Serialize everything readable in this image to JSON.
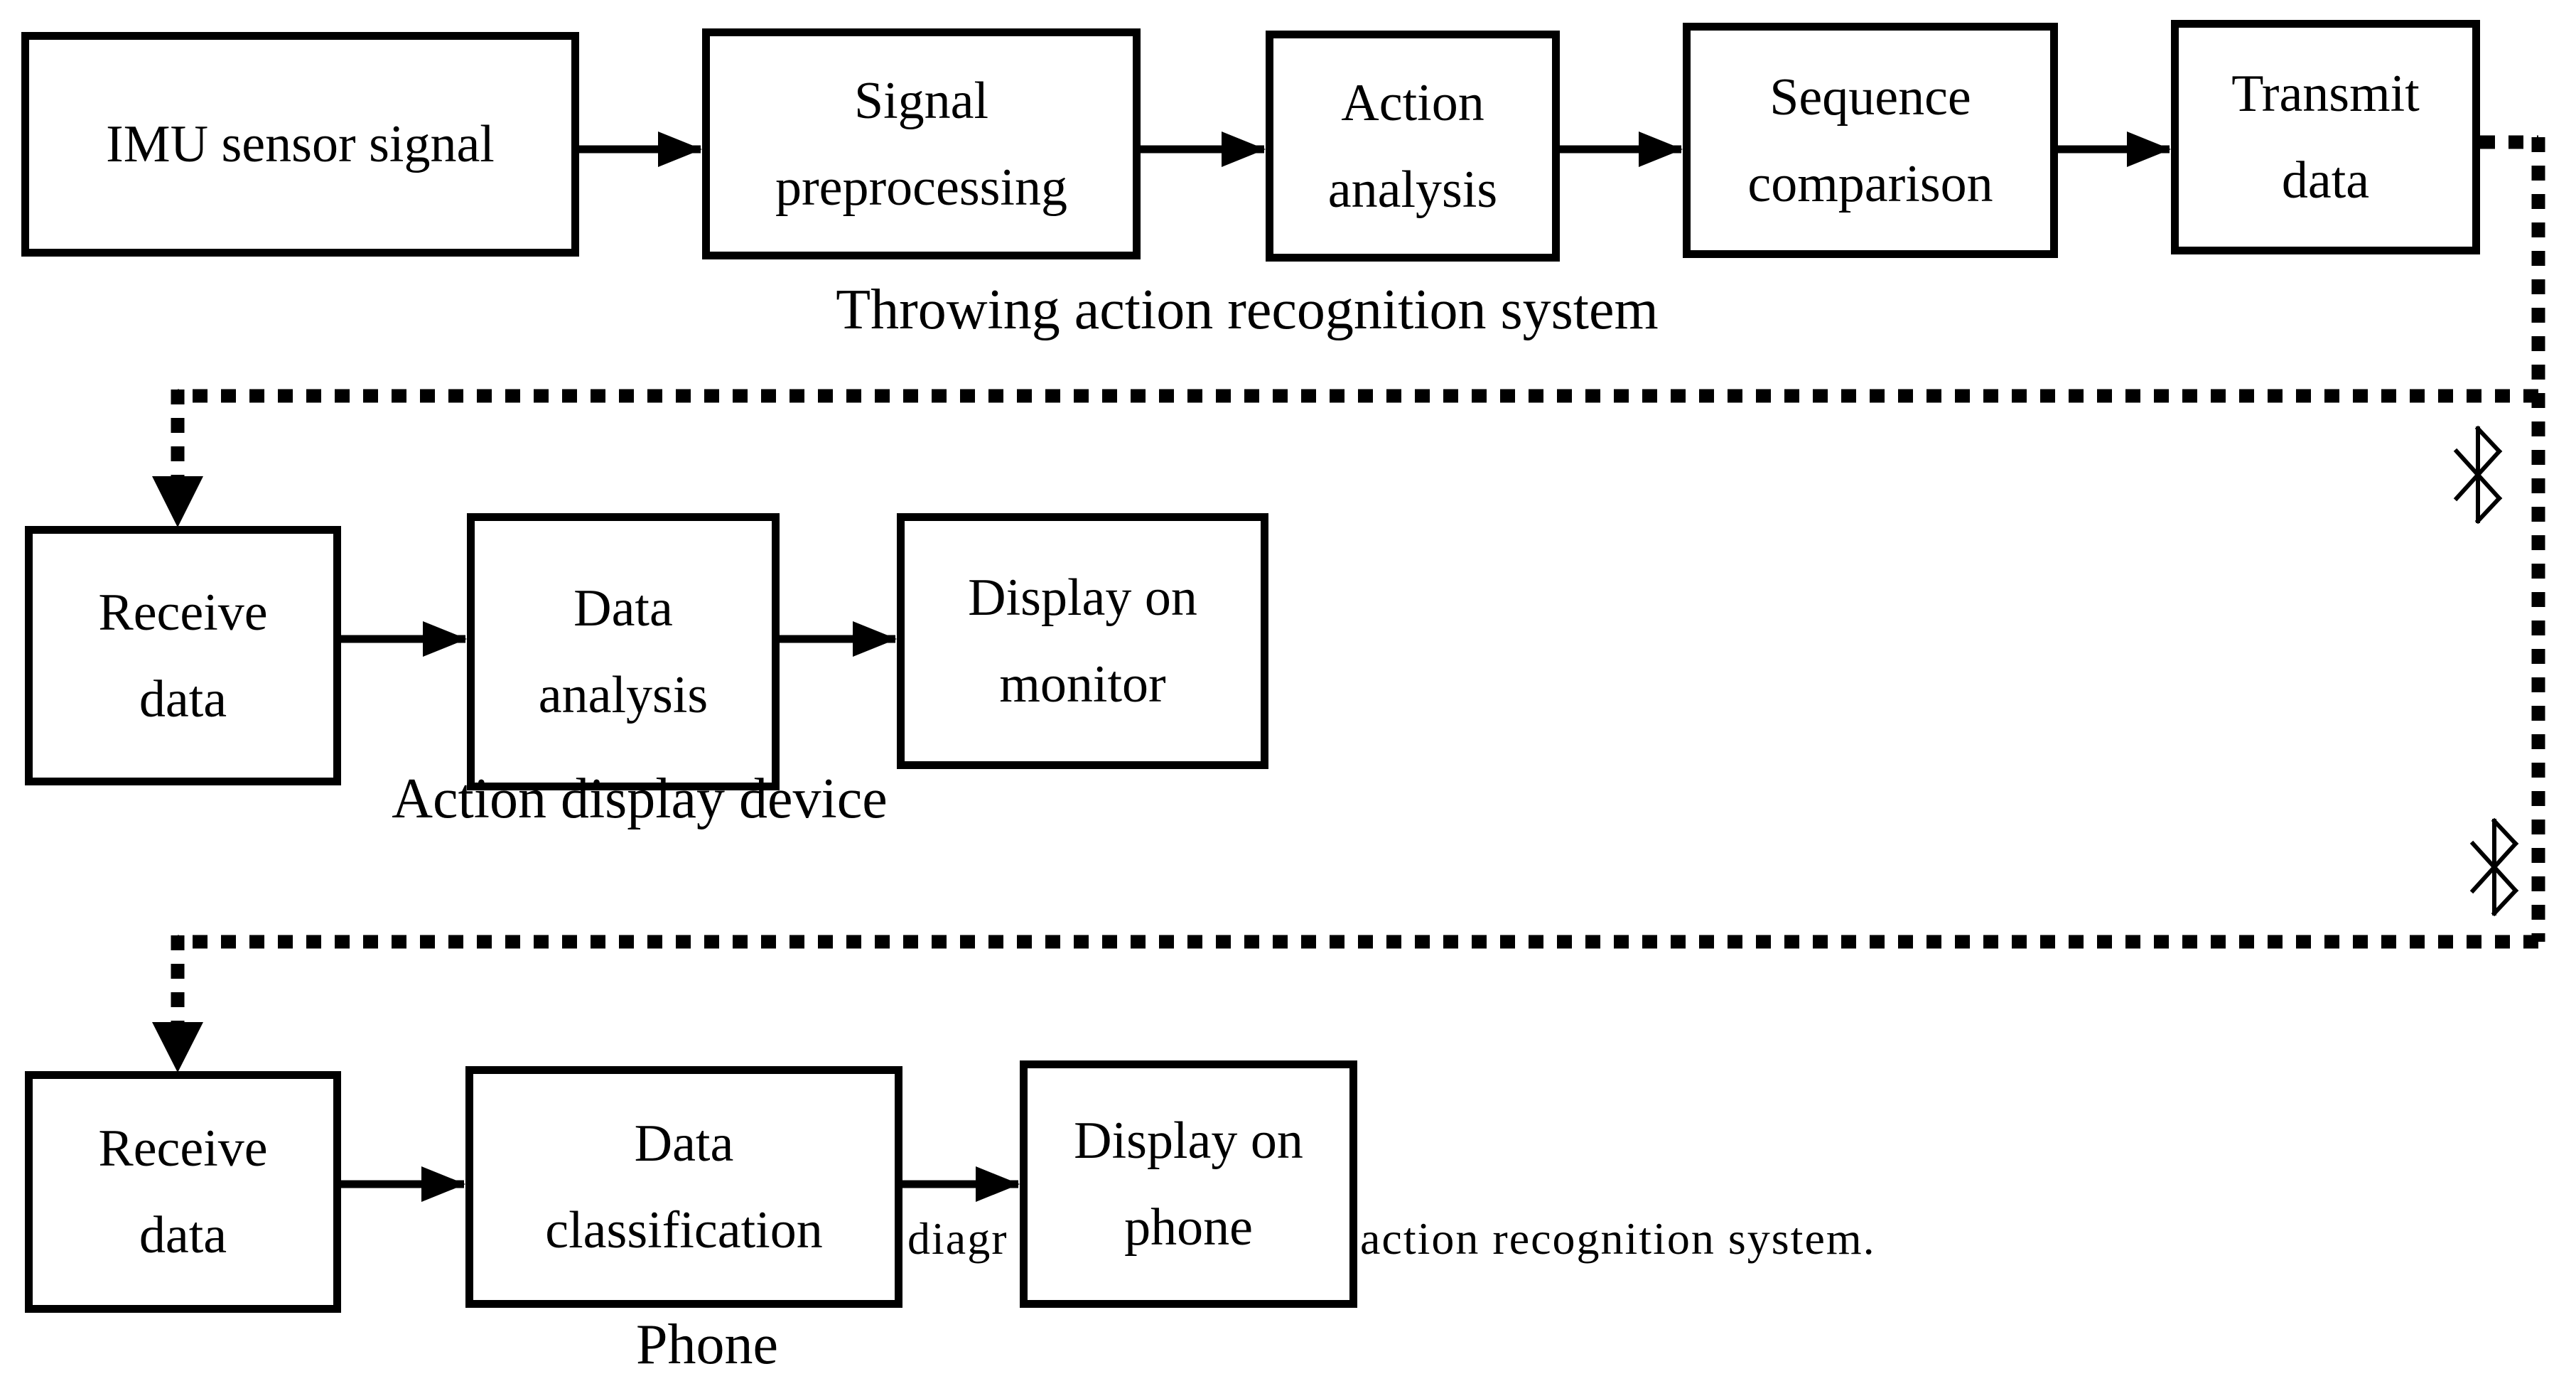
{
  "diagram": {
    "background_color": "#ffffff",
    "line_color": "#000000",
    "rows": [
      {
        "label": "Throwing action recognition system",
        "boxes": [
          {
            "id": "imu-sensor-signal",
            "lines": [
              "IMU sensor signal"
            ]
          },
          {
            "id": "signal-preprocessing",
            "lines": [
              "Signal",
              "preprocessing"
            ]
          },
          {
            "id": "action-analysis",
            "lines": [
              "Action",
              "analysis"
            ]
          },
          {
            "id": "sequence-comparison",
            "lines": [
              "Sequence",
              "comparison"
            ]
          },
          {
            "id": "transmit-data",
            "lines": [
              "Transmit",
              "data"
            ]
          }
        ]
      },
      {
        "label": "Action display device",
        "boxes": [
          {
            "id": "receive-data-monitor",
            "lines": [
              "Receive",
              "data"
            ]
          },
          {
            "id": "data-analysis",
            "lines": [
              "Data",
              "analysis"
            ]
          },
          {
            "id": "display-on-monitor",
            "lines": [
              "Display on",
              "monitor"
            ]
          }
        ]
      },
      {
        "label": "Phone",
        "boxes": [
          {
            "id": "receive-data-phone",
            "lines": [
              "Receive",
              "data"
            ]
          },
          {
            "id": "data-classification",
            "lines": [
              "Data",
              "classification"
            ]
          },
          {
            "id": "display-on-phone",
            "lines": [
              "Display on",
              "phone"
            ]
          }
        ]
      }
    ],
    "wireless_links": {
      "icon": "bluetooth",
      "style": "dotted",
      "count": 2
    },
    "caption_fragments": [
      {
        "text": "diagr"
      },
      {
        "text": "action recognition system."
      }
    ]
  }
}
